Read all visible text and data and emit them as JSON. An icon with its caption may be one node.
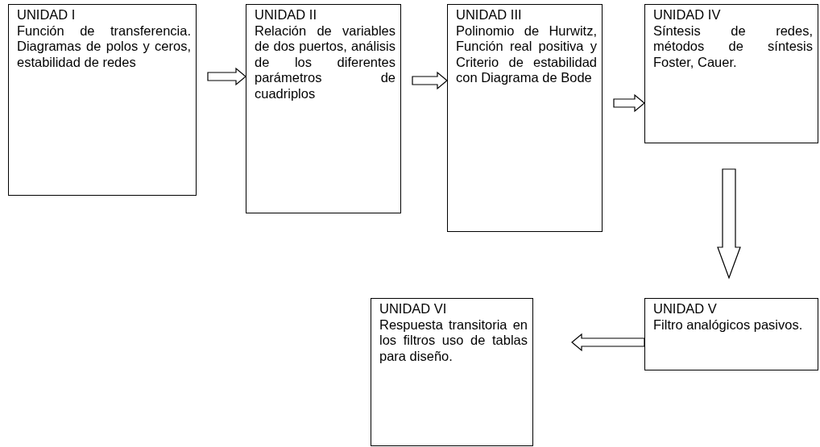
{
  "diagram": {
    "nodes": [
      {
        "text": [
          "UNIDAD I",
          "Función de transferencia. Diagramas de polos y ceros, estabilidad de redes"
        ]
      },
      {
        "text": [
          "UNIDAD II",
          "Relación de variables de dos puertos, análisis de los diferentes parámetros de cuadriplos"
        ]
      },
      {
        "text": [
          "UNIDAD III",
          "Polinomio de Hurwitz, Función real positiva y Criterio de estabilidad con Diagrama de Bode"
        ]
      },
      {
        "text": [
          "UNIDAD IV",
          "Síntesis de redes, métodos de síntesis Foster, Cauer."
        ]
      },
      {
        "text": [
          "UNIDAD V",
          "Filtro analógicos pasivos."
        ]
      },
      {
        "text": [
          "UNIDAD VI",
          "Respuesta transitoria en los filtros uso de tablas para diseño."
        ]
      }
    ],
    "edges": [
      {
        "from": 0,
        "to": 1,
        "arrow": "to"
      },
      {
        "from": 1,
        "to": 2,
        "arrow": "to"
      },
      {
        "from": 2,
        "to": 3,
        "arrow": "to"
      },
      {
        "from": 3,
        "to": 4,
        "arrow": "to"
      },
      {
        "from": 4,
        "to": 5,
        "arrow": "to"
      }
    ]
  }
}
